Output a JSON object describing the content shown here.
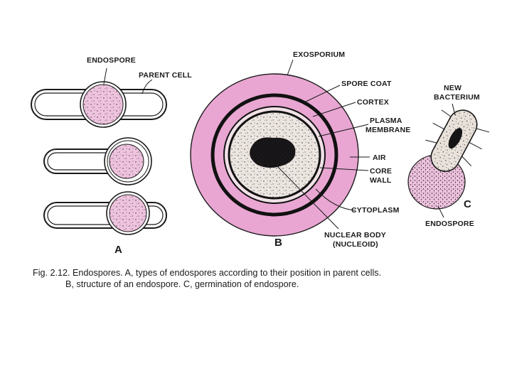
{
  "panel_a": {
    "letter": "A",
    "labels": {
      "endospore": "ENDOSPORE",
      "parent_cell": "PARENT CELL"
    }
  },
  "panel_b": {
    "letter": "B",
    "labels": {
      "exosporium": "EXOSPORIUM",
      "spore_coat": "SPORE COAT",
      "cortex": "CORTEX",
      "plasma_1": "PLASMA",
      "plasma_2": "MEMBRANE",
      "air": "AIR",
      "core_1": "CORE",
      "core_2": "WALL",
      "cytoplasm": "CYTOPLASM",
      "nuclear_1": "NUCLEAR BODY",
      "nuclear_2": "(NUCLEOID)"
    }
  },
  "panel_c": {
    "letter": "C",
    "labels": {
      "new_1": "NEW",
      "new_2": "BACTERIUM",
      "endospore": "ENDOSPORE"
    }
  },
  "caption": {
    "line1": "Fig. 2.12. Endospores. A, types of endospores according to their position in parent cells.",
    "line2": "B, structure of an endospore. C, germination of endospore."
  },
  "colors": {
    "pink": "#e9a6d2",
    "spore_pink": "#eec3de",
    "ink": "#1a1a1a",
    "cytoplasm": "#ece6e0"
  }
}
